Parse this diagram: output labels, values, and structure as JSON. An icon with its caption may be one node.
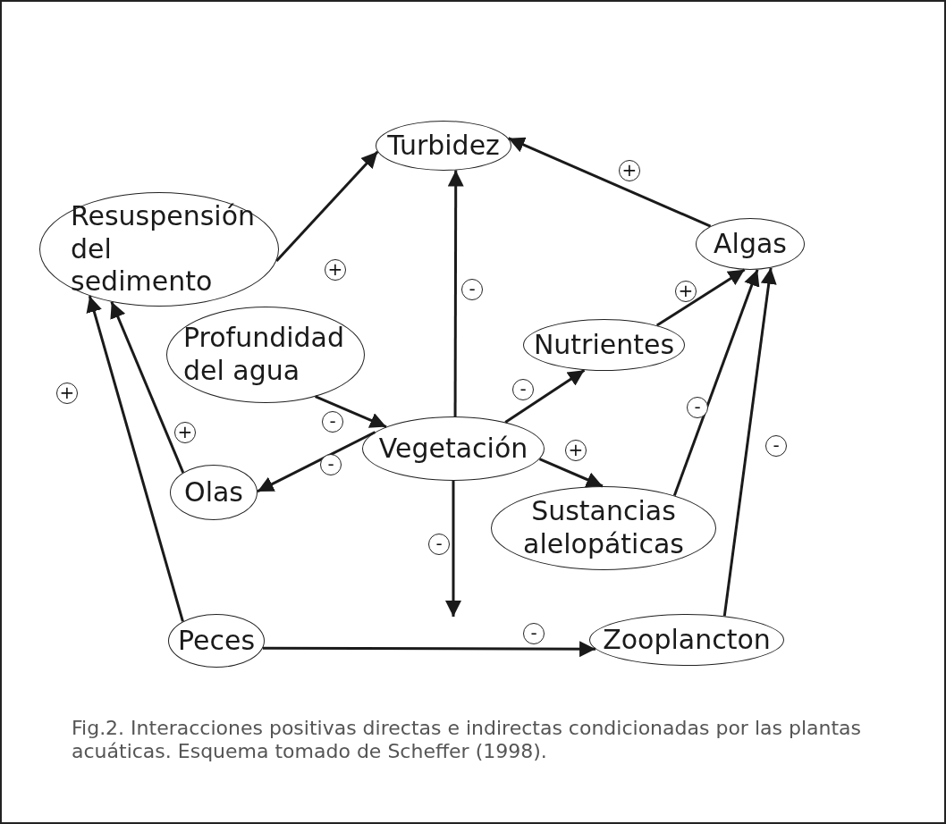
{
  "diagram": {
    "caption": "Fig.2. Interacciones positivas directas e indirectas condicionadas por las plantas acuáticas. Esquema tomado de Scheffer (1998).",
    "nodes": [
      {
        "text": [
          "Turbidez"
        ]
      },
      {
        "text": [
          "Resuspensión del sedimento"
        ]
      },
      {
        "text": [
          "Algas"
        ]
      },
      {
        "text": [
          "Profundidad del agua"
        ]
      },
      {
        "text": [
          "Nutrientes"
        ]
      },
      {
        "text": [
          "Vegetación"
        ]
      },
      {
        "text": [
          "Olas"
        ]
      },
      {
        "text": [
          "Sustancias alelopáticas"
        ]
      },
      {
        "text": [
          "Peces"
        ]
      },
      {
        "text": [
          "Zooplancton"
        ]
      }
    ],
    "edges": [
      {
        "from": 1,
        "to": 0,
        "arrow": "to",
        "label": "+"
      },
      {
        "from": 2,
        "to": 0,
        "arrow": "to",
        "label": "+"
      },
      {
        "from": 5,
        "to": 0,
        "arrow": "to",
        "label": "-"
      },
      {
        "from": 4,
        "to": 2,
        "arrow": "to",
        "label": "+"
      },
      {
        "from": 5,
        "to": 4,
        "arrow": "to",
        "label": "-"
      },
      {
        "from": 3,
        "to": 5,
        "arrow": "to",
        "label": "-"
      },
      {
        "from": 5,
        "to": 6,
        "arrow": "to",
        "label": "-"
      },
      {
        "from": 5,
        "to": 7,
        "arrow": "to",
        "label": "+"
      },
      {
        "from": 7,
        "to": 2,
        "arrow": "to",
        "label": "-"
      },
      {
        "from": 9,
        "to": 2,
        "arrow": "to",
        "label": "-"
      },
      {
        "from": 6,
        "to": 1,
        "arrow": "to",
        "label": "+"
      },
      {
        "from": 8,
        "to": 1,
        "arrow": "to",
        "label": "+"
      },
      {
        "from": 5,
        "to": null,
        "arrow": "to",
        "label": "-"
      },
      {
        "from": 8,
        "to": 9,
        "arrow": "to",
        "label": "-"
      }
    ]
  }
}
